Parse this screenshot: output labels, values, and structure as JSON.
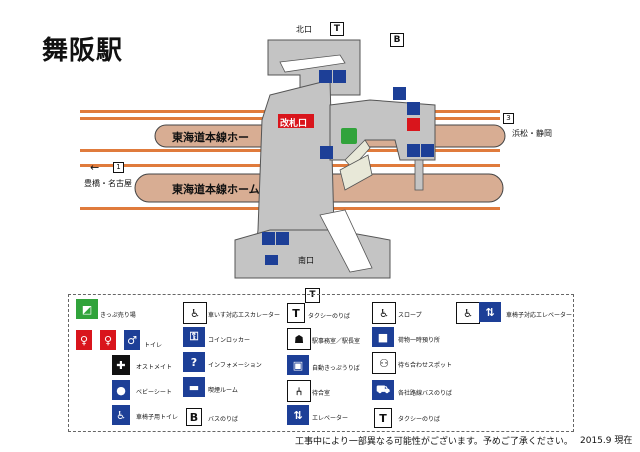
{
  "station_name": "舞阪駅",
  "map": {
    "north_exit": "北口",
    "south_exit": "南口",
    "ticket_gate": "改札口",
    "platform_upper": "東海道本線ホー",
    "platform_lower": "東海道本線ホーム",
    "track_1": "1",
    "track_3": "3",
    "dir_left": "豊橋・名古屋",
    "dir_right": "浜松・静岡",
    "taxi_mark": "T",
    "bus_mark": "B",
    "arrow_left": "←"
  },
  "legend": {
    "header_taxi": "T",
    "items": {
      "ticket_machine": "きっぷ売り場",
      "toilet": "トイレ",
      "ostomate": "オストメイト",
      "baby_seat": "ベビーシート",
      "accessible_toilet": "車椅子用トイレ",
      "wheelchair_escalator": "車いす対応エスカレーター",
      "coin_locker": "コインロッカー",
      "information": "インフォメーション",
      "smoking_room": "喫煙ルーム",
      "bus_stop": "バスのりば",
      "bus_mark": "B",
      "taxi_stop": "タクシーのりば",
      "taxi_mark": "T",
      "station_office": "駅事務室／駅長室",
      "auto_fare": "自動きっぷうりば",
      "waiting_room": "待合室",
      "elevator": "エレベーター",
      "taxi_stop_2": "タクシーのりば",
      "taxi_mark_2": "T",
      "slope": "スロープ",
      "luggage": "荷物一時預り所",
      "meeting_spot": "待ち合わせスポット",
      "company_bus": "各社路線バスのりば",
      "wheelchair_elevator": "車椅子対応エレベーター"
    }
  },
  "footer": {
    "notice": "工事中により一部異なる可能性がございます。予めご了承ください。",
    "date": "2015.9 現在"
  },
  "colors": {
    "platform": "#d8ad93",
    "track": "#e07b3c",
    "concourse": "#c4c4c4",
    "gate": "#d9151c",
    "pict_blue": "#1d3f97",
    "pict_green": "#31a33b"
  }
}
